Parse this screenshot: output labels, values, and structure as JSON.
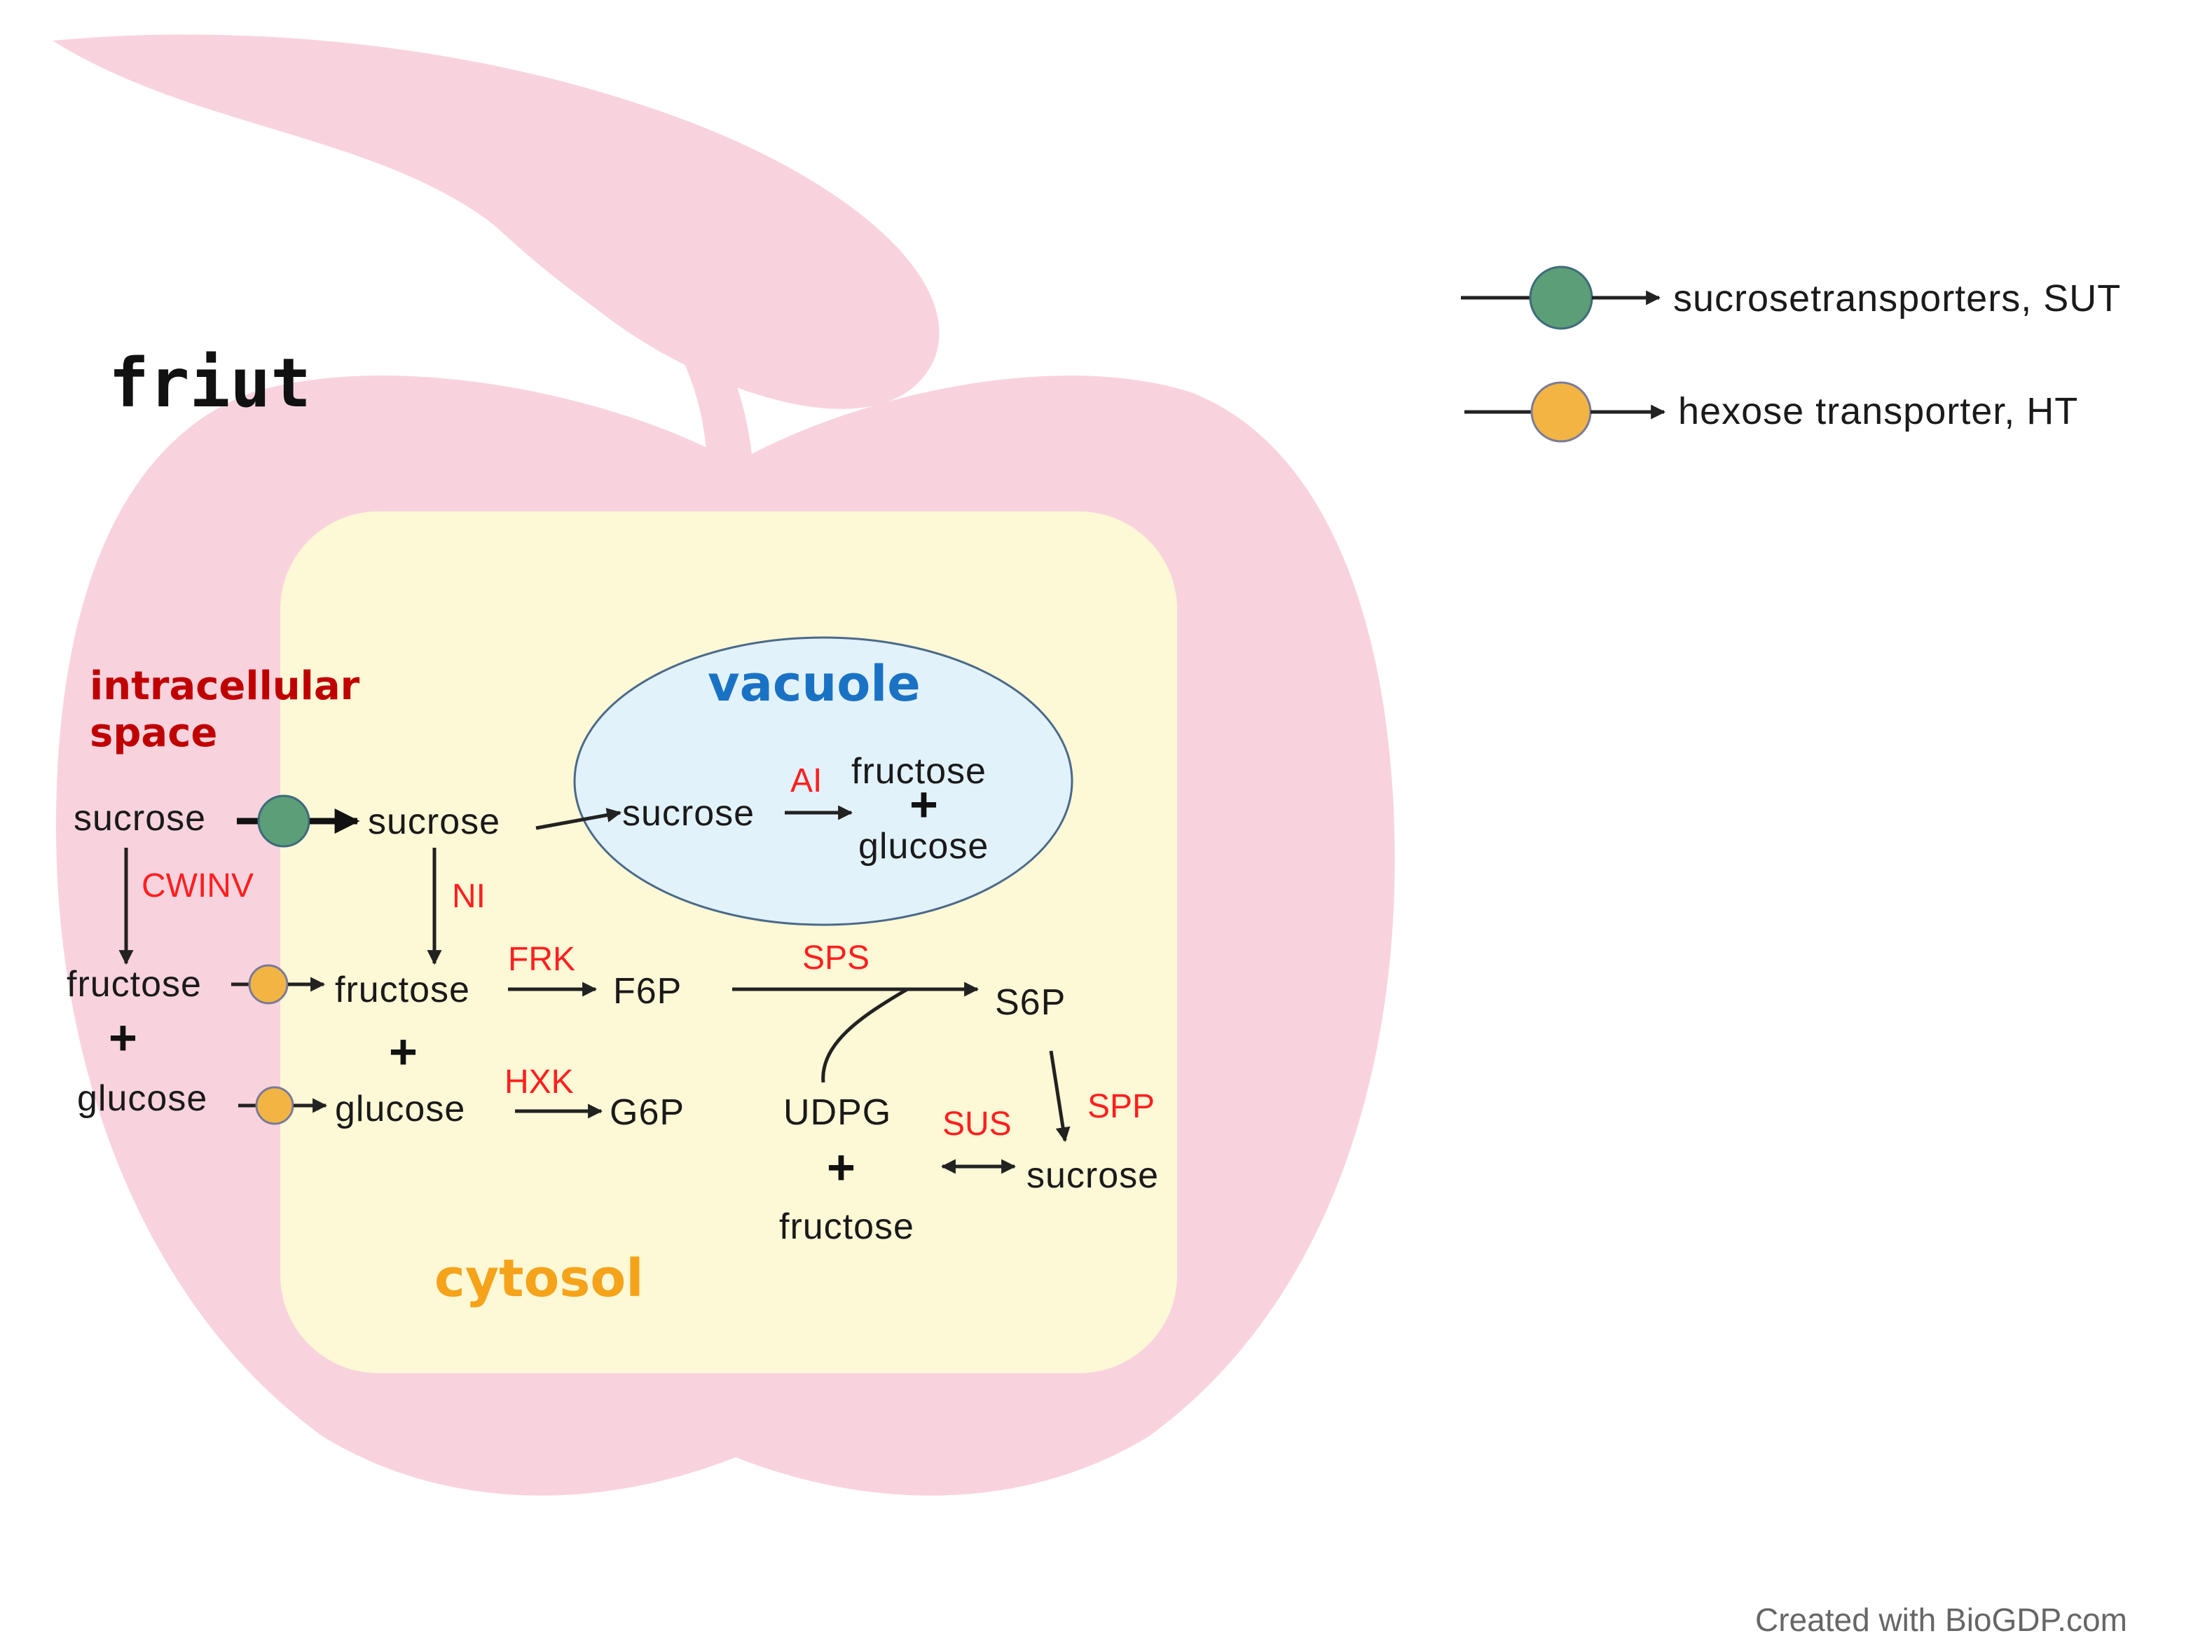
{
  "title": "friut",
  "regions": {
    "intracellular_line1": "intracellular",
    "intracellular_line2": "space",
    "vacuole": "vacuole",
    "cytosol": "cytosol"
  },
  "molecules": {
    "ext_sucrose": "sucrose",
    "ext_fructose": "fructose",
    "ext_glucose": "glucose",
    "cyt_sucrose": "sucrose",
    "cyt_fructose": "fructose",
    "cyt_glucose": "glucose",
    "vac_sucrose": "sucrose",
    "vac_fructose": "fructose",
    "vac_glucose": "glucose",
    "f6p": "F6P",
    "g6p": "G6P",
    "s6p": "S6P",
    "udpg": "UDPG",
    "udpg_fructose": "fructose",
    "sus_sucrose": "sucrose",
    "plus": "+"
  },
  "enzymes": {
    "cwinv": "CWINV",
    "ni": "NI",
    "ai": "AI",
    "frk": "FRK",
    "hxk": "HXK",
    "sps": "SPS",
    "spp": "SPP",
    "sus": "SUS"
  },
  "legend": [
    {
      "label": "sucrosetransporters,  SUT",
      "color": "#5b9e78"
    },
    {
      "label": "hexose  transporter,  HT",
      "color": "#f2b544"
    }
  ],
  "footer": "Created  with  BioGDP.com",
  "colors": {
    "apple": "#f8d3de",
    "cytosol_fill": "#fdf8d6",
    "vacuole_fill": "#e2f2fb",
    "vacuole_stroke": "#4a6a8a",
    "sut": "#5b9e78",
    "ht": "#f2b544",
    "enzyme": "#ff1f1f",
    "intracellular": "#c00000",
    "vacuole_label": "#1a72c4",
    "cytosol_label": "#f5a31a"
  }
}
